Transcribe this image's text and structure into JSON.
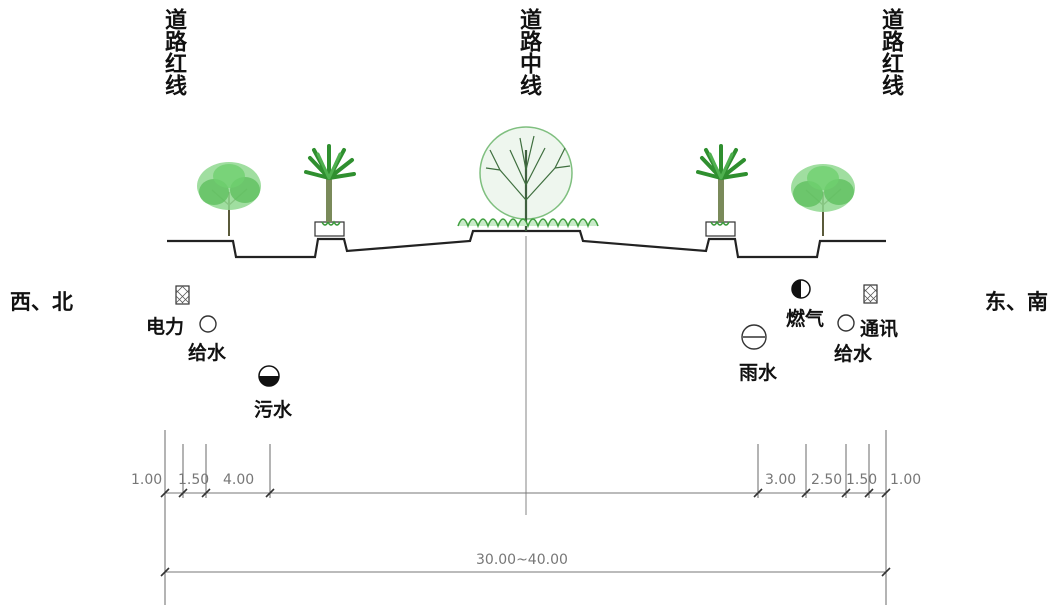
{
  "labels": {
    "left_red_line": "道路红线",
    "center_line": "道路中线",
    "right_red_line": "道路红线",
    "left_side": "西、北",
    "right_side": "东、南"
  },
  "pipes": {
    "power": "电力",
    "water_left": "给水",
    "sewage": "污水",
    "gas": "燃气",
    "telecom": "通讯",
    "water_right": "给水",
    "rain": "雨水"
  },
  "dimensions": {
    "d1": "1.00",
    "d2": "1.50",
    "d3": "4.00",
    "d4": "3.00",
    "d5": "2.50",
    "d6": "1.50",
    "d7": "1.00",
    "total": "30.00~40.00"
  },
  "colors": {
    "line": "#222222",
    "tree_green": "#5fbf5f",
    "dim_gray": "#888888"
  }
}
